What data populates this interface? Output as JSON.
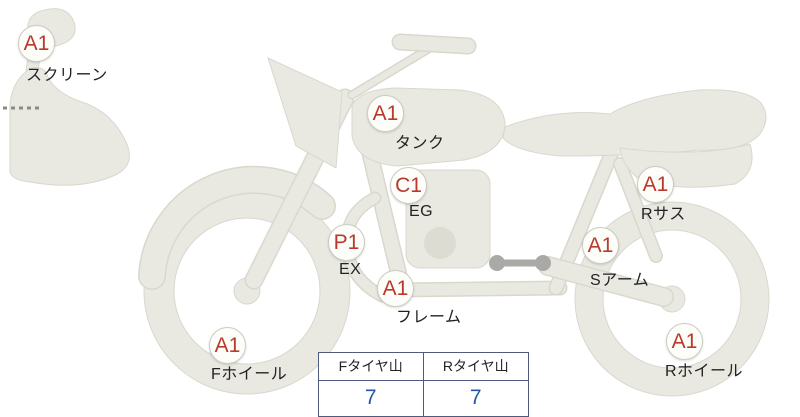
{
  "diagram_type": "motorcycle-condition-diagram",
  "parts": [
    {
      "id": "screen",
      "grade": "A1",
      "label": "スクリーン"
    },
    {
      "id": "tank",
      "grade": "A1",
      "label": "タンク"
    },
    {
      "id": "engine",
      "grade": "C1",
      "label": "EG"
    },
    {
      "id": "exhaust",
      "grade": "P1",
      "label": "EX"
    },
    {
      "id": "frame",
      "grade": "A1",
      "label": "フレーム"
    },
    {
      "id": "swing-arm",
      "grade": "A1",
      "label": "Sアーム"
    },
    {
      "id": "rear-suspension",
      "grade": "A1",
      "label": "Rサス"
    },
    {
      "id": "front-wheel",
      "grade": "A1",
      "label": "Fホイール"
    },
    {
      "id": "rear-wheel",
      "grade": "A1",
      "label": "Rホイール"
    }
  ],
  "tire_table": {
    "headers": [
      "Fタイヤ山",
      "Rタイヤ山"
    ],
    "values": [
      "7",
      "7"
    ]
  },
  "colors": {
    "grade_text": "#b93a2b",
    "tire_value_text": "#2457a7",
    "table_border": "#4f5b7e",
    "bike_fill": "#e9e9e2",
    "bike_outline": "#d8d8ce"
  }
}
